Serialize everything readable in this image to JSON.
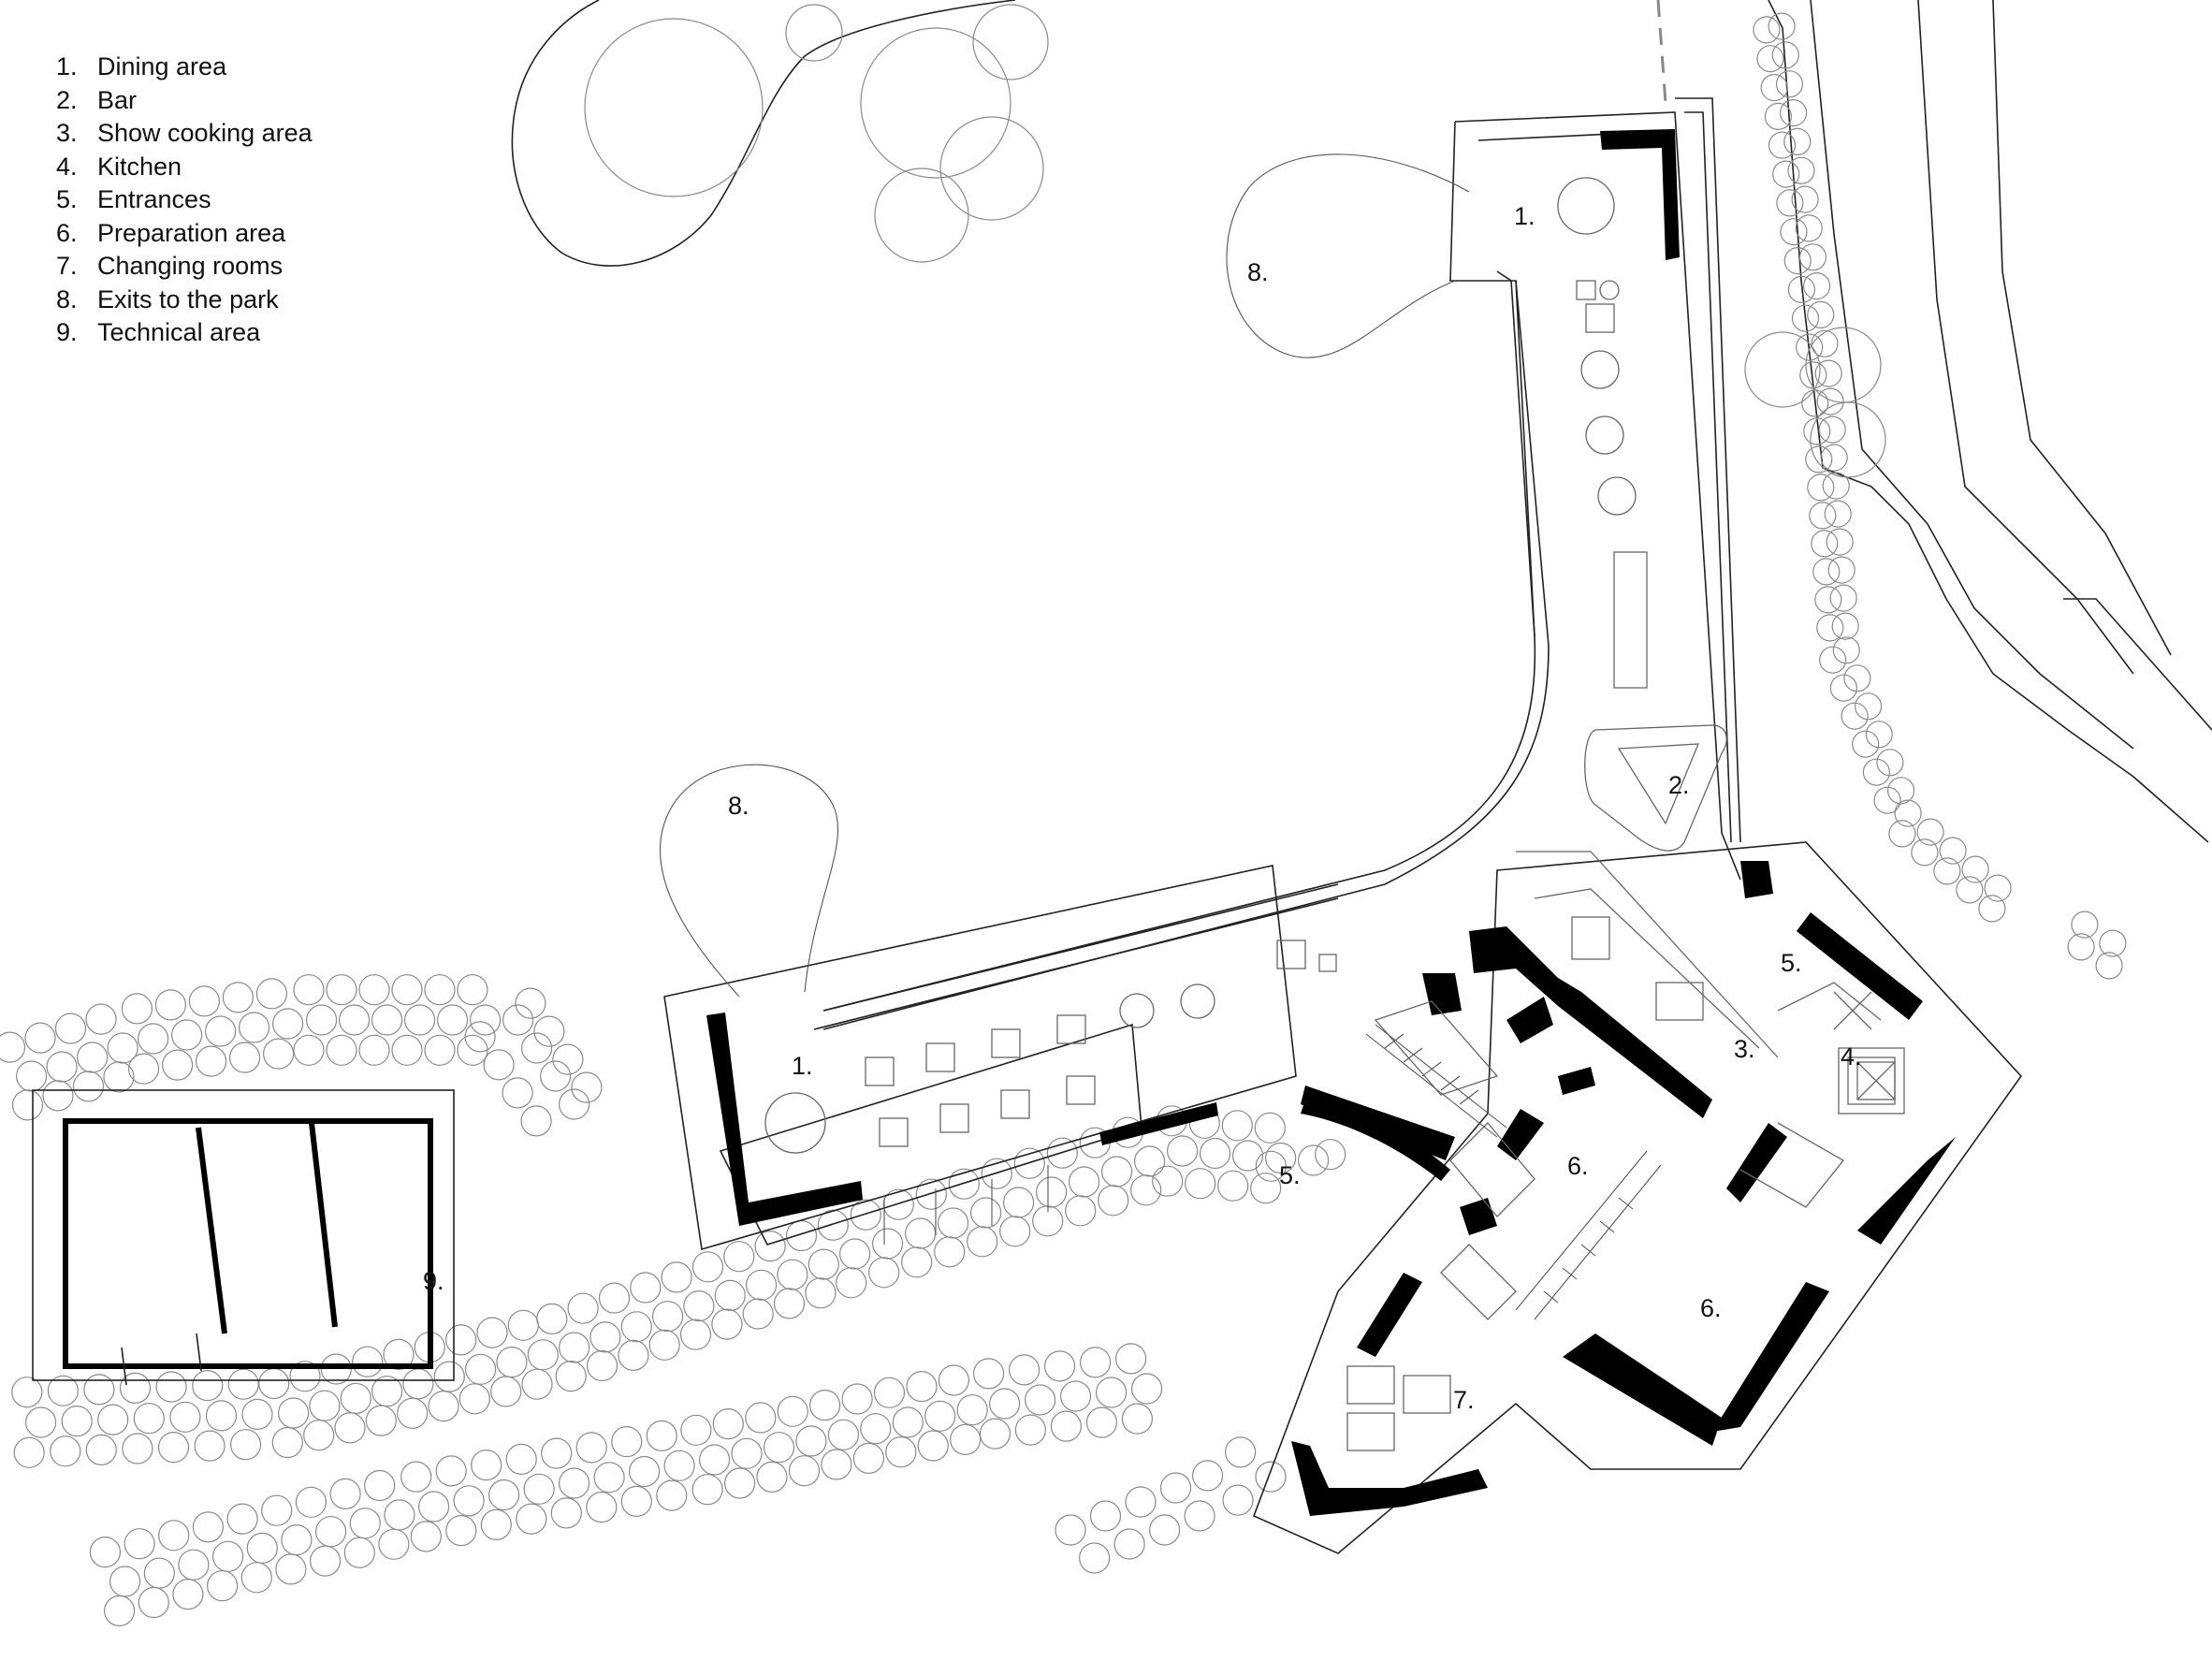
{
  "legend": [
    {
      "num": "1.",
      "label": "Dining area"
    },
    {
      "num": "2.",
      "label": "Bar"
    },
    {
      "num": "3.",
      "label": "Show cooking area"
    },
    {
      "num": "4.",
      "label": "Kitchen"
    },
    {
      "num": "5.",
      "label": "Entrances"
    },
    {
      "num": "6.",
      "label": "Preparation area"
    },
    {
      "num": "7.",
      "label": "Changing rooms"
    },
    {
      "num": "8.",
      "label": "Exits to the park"
    },
    {
      "num": "9.",
      "label": "Technical area"
    }
  ],
  "plan_labels": {
    "dining_north": "1.",
    "dining_west": "1.",
    "bar": "2.",
    "show_cooking": "3.",
    "kitchen": "4.",
    "entrance_east": "5.",
    "entrance_south": "5.",
    "prep_center": "6.",
    "prep_east": "6.",
    "changing": "7.",
    "exit_north": "8.",
    "exit_west": "8.",
    "technical": "9."
  },
  "colors": {
    "wall": "#000000",
    "line": "#222222",
    "vegetation": "#8a8a8a",
    "background": "#ffffff"
  }
}
